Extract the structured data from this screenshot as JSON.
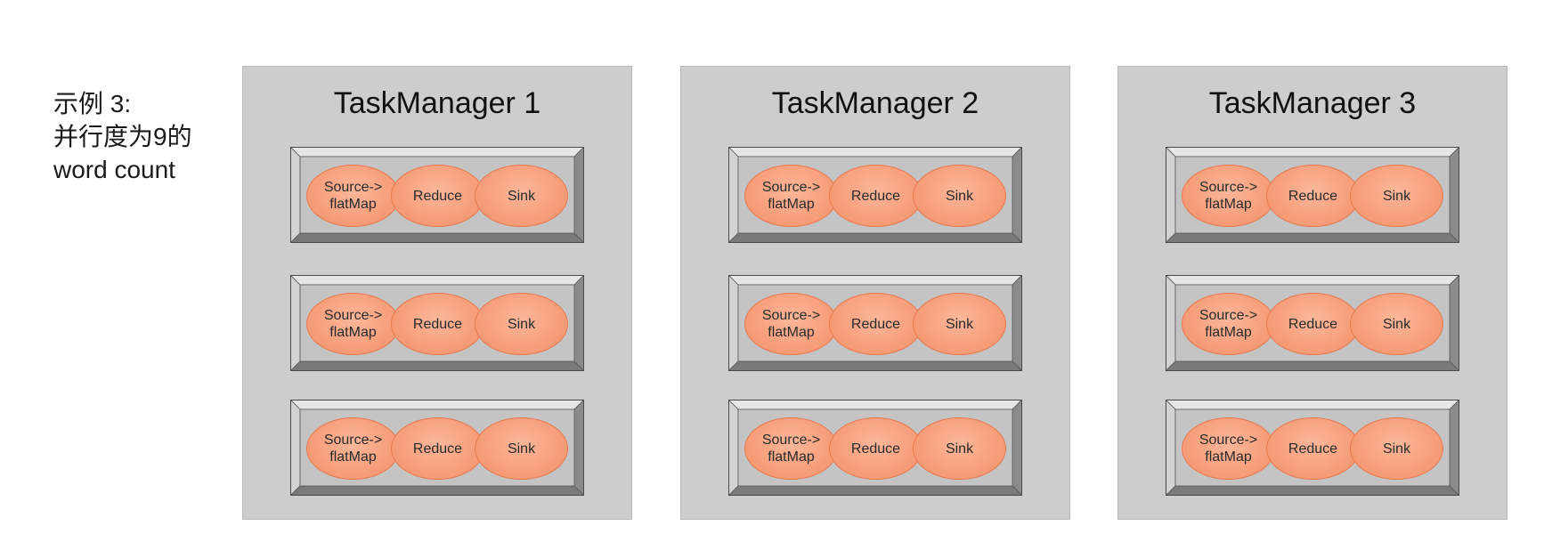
{
  "caption": {
    "lines": [
      "示例 3:",
      "并行度为9的",
      "word count"
    ]
  },
  "task_managers": [
    {
      "title": "TaskManager 1",
      "slots": [
        {
          "operators": [
            "Source->\nflatMap",
            "Reduce",
            "Sink"
          ]
        },
        {
          "operators": [
            "Source->\nflatMap",
            "Reduce",
            "Sink"
          ]
        },
        {
          "operators": [
            "Source->\nflatMap",
            "Reduce",
            "Sink"
          ]
        }
      ]
    },
    {
      "title": "TaskManager 2",
      "slots": [
        {
          "operators": [
            "Source->\nflatMap",
            "Reduce",
            "Sink"
          ]
        },
        {
          "operators": [
            "Source->\nflatMap",
            "Reduce",
            "Sink"
          ]
        },
        {
          "operators": [
            "Source->\nflatMap",
            "Reduce",
            "Sink"
          ]
        }
      ]
    },
    {
      "title": "TaskManager 3",
      "slots": [
        {
          "operators": [
            "Source->\nflatMap",
            "Reduce",
            "Sink"
          ]
        },
        {
          "operators": [
            "Source->\nflatMap",
            "Reduce",
            "Sink"
          ]
        },
        {
          "operators": [
            "Source->\nflatMap",
            "Reduce",
            "Sink"
          ]
        }
      ]
    }
  ]
}
